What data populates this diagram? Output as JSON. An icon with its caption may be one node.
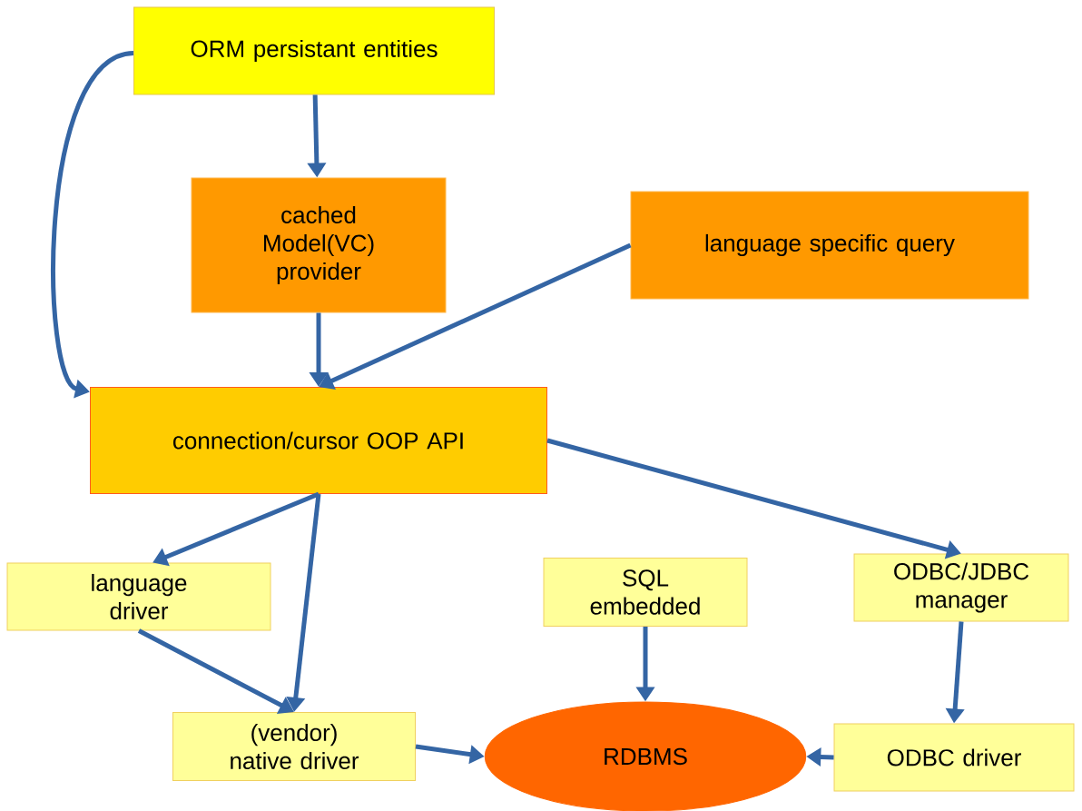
{
  "diagram": {
    "nodes": [
      {
        "text": [
          "ORM persistant entities"
        ]
      },
      {
        "text": [
          "cached Model(VC) provider"
        ]
      },
      {
        "text": [
          "language specific query"
        ]
      },
      {
        "text": [
          "connection/cursor OOP API"
        ]
      },
      {
        "text": [
          "language driver"
        ]
      },
      {
        "text": [
          "SQL embedded"
        ]
      },
      {
        "text": [
          "ODBC/JDBC manager"
        ]
      },
      {
        "text": [
          "(vendor) native driver"
        ]
      },
      {
        "text": [
          "RDBMS"
        ]
      },
      {
        "text": [
          "ODBC driver"
        ]
      }
    ],
    "edges": [
      {
        "from": 0,
        "to": 1,
        "arrow": "to"
      },
      {
        "from": 0,
        "to": 3,
        "arrow": "to"
      },
      {
        "from": 1,
        "to": 3,
        "arrow": "to"
      },
      {
        "from": 2,
        "to": 3,
        "arrow": "to"
      },
      {
        "from": 3,
        "to": 4,
        "arrow": "to"
      },
      {
        "from": 3,
        "to": 7,
        "arrow": "to"
      },
      {
        "from": 3,
        "to": 6,
        "arrow": "to"
      },
      {
        "from": 4,
        "to": 7,
        "arrow": "to"
      },
      {
        "from": 5,
        "to": 8,
        "arrow": "to"
      },
      {
        "from": 6,
        "to": 9,
        "arrow": "to"
      },
      {
        "from": 7,
        "to": 8,
        "arrow": "to"
      },
      {
        "from": 9,
        "to": 8,
        "arrow": "to"
      }
    ]
  }
}
